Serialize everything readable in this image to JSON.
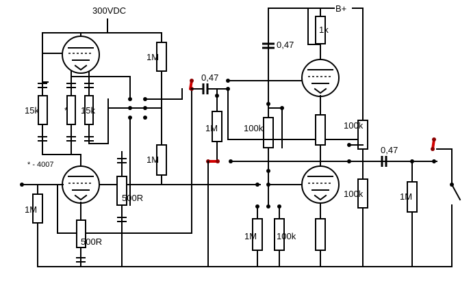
{
  "labels": {
    "supply_left": "300VDC",
    "supply_right": "B+",
    "cap_top": "0,47",
    "cap_mid": "0,47",
    "cap_out": "0,47",
    "r_1k": "1k",
    "r_1m_top": "1M",
    "r_1m_mid": "1M",
    "r_1m_coupling": "1M",
    "r_15k_a": "15k",
    "r_15k_b": "15k",
    "r_star": "*",
    "note_4007": "* - 4007",
    "r_500r_a": "500R",
    "r_500r_b": "500R",
    "r_1m_input": "1M",
    "r_100k_pot": "100k",
    "r_100k_right": "100k",
    "r_100k_right2": "100k",
    "r_1m_bottom": "1M",
    "r_100k_bottom": "100k",
    "r_1m_out": "1M"
  }
}
